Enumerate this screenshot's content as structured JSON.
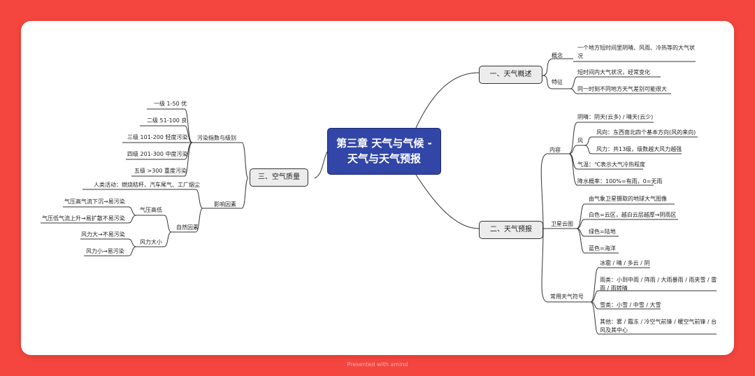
{
  "title": {
    "line1": "第三章 天气与气候 -",
    "line2": "天气与天气预报"
  },
  "footer": "Presented with xmind",
  "branches": {
    "overview": {
      "label": "一、天气概述",
      "concept": {
        "label": "概念",
        "line1": "一个地方短时间里阴晴、风雨、冷热等的大气状",
        "line2": "况"
      },
      "feature": {
        "label": "特征",
        "item1": "短时间内大气状况，经常变化",
        "item2": "同一时刻不同地方天气差别可能很大"
      }
    },
    "forecast": {
      "label": "二、天气预报",
      "content": {
        "label": "内容",
        "cloud": "阴晴：阴天(云多) / 晴天(云少)",
        "wind": {
          "label": "风",
          "direction": "风向：东西南北四个基本方向(风的来向)",
          "force": "风力：共13级，级数越大风力越强"
        },
        "temp": "气温：℃表示大气冷热程度",
        "rain": "降水概率：100%=有雨，0=无雨"
      },
      "satellite": {
        "label": "卫星云图",
        "desc": "由气象卫星摄取的地球大气图像",
        "white": "白色=云区，越白云层越厚→阴雨区",
        "green": "绿色=陆地",
        "blue": "蓝色=海洋"
      },
      "symbols": {
        "label": "常用天气符号",
        "basic": "冰雹 / 晴 / 多云 / 阴",
        "rain_line1": "雨类：小到中雨 / 阵雨 / 大雨暴雨 / 雨夹雪 / 雷",
        "rain_line2": "雨 / 雨转晴",
        "snow": "雪类：小雪 / 中雪 / 大雪",
        "other_line1": "其他：雾 / 霜冻 / 冷空气前锋 / 暖空气前锋 / 台",
        "other_line2": "风及其中心"
      }
    },
    "air": {
      "label": "三、空气质量",
      "pollution": {
        "label": "污染指数与级别",
        "levels": [
          "一级 1-50 优",
          "二级 51-100 良",
          "三级 101-200 轻度污染",
          "四级 201-300 中度污染",
          "五级 >300 重度污染"
        ]
      },
      "factors": {
        "label": "影响因素",
        "human": "人类活动：燃烧秸秆、汽车尾气、工厂烟尘",
        "natural": {
          "label": "自然因素",
          "pressure": {
            "label": "气压高低",
            "high": "气压高气流下沉→易污染",
            "low": "气压低气流上升→易扩散不易污染"
          },
          "wind": {
            "label": "风力大小",
            "strong": "风力大→不易污染",
            "weak": "风力小→易污染"
          }
        }
      }
    }
  }
}
